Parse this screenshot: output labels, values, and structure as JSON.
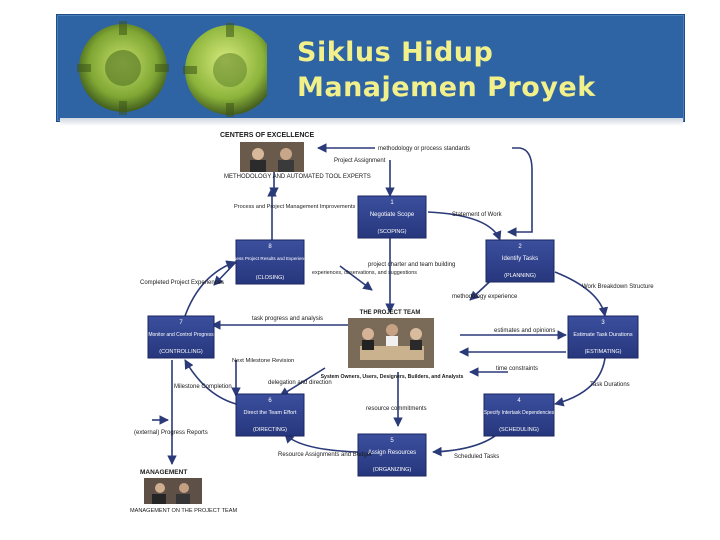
{
  "slide": {
    "title_line1": "Siklus Hidup",
    "title_line2": "Manajemen Proyek"
  },
  "diagram": {
    "center_label": "THE PROJECT TEAM",
    "center_sublabel": "System Owners, Users, Designers, Builders, and Analysts",
    "phases": [
      {
        "num": "1",
        "title": "Negotiate Scope",
        "tag": "(SCOPING)"
      },
      {
        "num": "2",
        "title": "Identify Tasks",
        "tag": "(PLANNING)"
      },
      {
        "num": "3",
        "title": "Estimate Task Durations",
        "tag": "(ESTIMATING)"
      },
      {
        "num": "4",
        "title": "Specify Intertask Dependencies",
        "tag": "(SCHEDULING)"
      },
      {
        "num": "5",
        "title": "Assign Resources",
        "tag": "(ORGANIZING)"
      },
      {
        "num": "6",
        "title": "Direct the Team Effort",
        "tag": "(DIRECTING)"
      },
      {
        "num": "7",
        "title": "Monitor and Control Progress",
        "tag": "(CONTROLLING)"
      },
      {
        "num": "8",
        "title": "Assess Project Results and Experiences",
        "tag": "(CLOSING)"
      }
    ],
    "centers_of_excellence": "CENTERS OF EXCELLENCE",
    "methodology_experts": "METHODOLOGY AND AUTOMATED TOOL EXPERTS",
    "management": "MANAGEMENT",
    "management_team": "MANAGEMENT ON THE PROJECT TEAM",
    "flows": {
      "methodology_standards": "methodology or process standards",
      "project_assignment": "Project Assignment",
      "process_improvements": "Process and Project Management Improvements",
      "statement_of_work": "Statement of Work",
      "completed_experiences": "Completed Project Experiences",
      "experiences": "experiences, observations, and suggestions",
      "charter": "project charter and team building",
      "methodology_experience": "methodology experience",
      "wbs": "Work Breakdown Structure",
      "task_progress": "task progress and analysis",
      "estimates": "estimates and opinions",
      "next_milestone": "Next Milestone Revision",
      "delegation": "delegation and direction",
      "time_constraints": "time constraints",
      "task_durations": "Task Durations",
      "milestone_completion": "Milestone Completion",
      "resource_commitments": "resource commitments",
      "progress_reports": "(external) Progress Reports",
      "resource_assignments": "Resource Assignments and Budget",
      "scheduled_tasks": "Scheduled Tasks"
    }
  }
}
